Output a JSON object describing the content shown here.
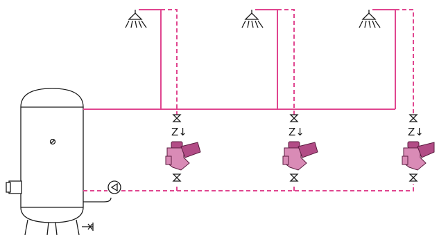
{
  "colors": {
    "flow_pipe": "#e0458f",
    "circulation_pipe": "#e0458f",
    "valve": "#d98bb6",
    "ink": "#1a1a1a"
  },
  "components": {
    "tank": "hot-water-storage-tank",
    "pump": "circulation-pump",
    "showers": [
      "shower-head",
      "shower-head",
      "shower-head"
    ],
    "branch_valves": [
      "thermostatic-circulation-valve",
      "thermostatic-circulation-valve",
      "thermostatic-circulation-valve"
    ],
    "check_valve_label": "Z↓"
  },
  "branches": [
    {
      "check_valve_label": "Z↓"
    },
    {
      "check_valve_label": "Z↓"
    },
    {
      "check_valve_label": "Z↓"
    }
  ]
}
